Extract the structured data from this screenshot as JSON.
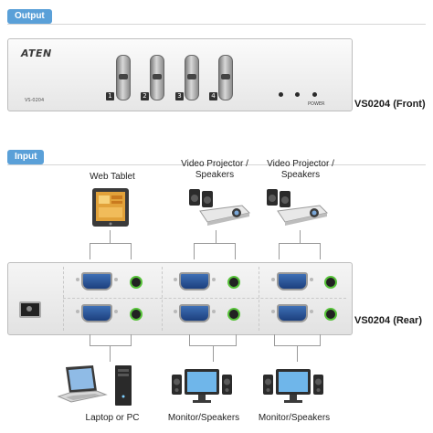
{
  "output_tag": "Output",
  "input_tag": "Input",
  "front": {
    "logo": "ATEN",
    "model": "VS-0204",
    "buttons": [
      "1",
      "2",
      "3",
      "4"
    ],
    "power_label": "POWER",
    "label": "VS0204 (Front)"
  },
  "devices_top": [
    {
      "name": "Web Tablet",
      "icon": "tablet-icon"
    },
    {
      "name": "Video Projector / Speakers",
      "line1": "Video Projector /",
      "line2": "Speakers",
      "icon": "projector-speakers-icon"
    },
    {
      "name": "Video Projector / Speakers",
      "line1": "Video Projector /",
      "line2": "Speakers",
      "icon": "projector-speakers-icon"
    }
  ],
  "rear": {
    "label": "VS0204 (Rear)"
  },
  "devices_bottom": [
    {
      "name": "Laptop or PC",
      "icon": "laptop-pc-icon"
    },
    {
      "name": "Monitor/Speakers",
      "icon": "monitor-speakers-icon"
    },
    {
      "name": "Monitor/Speakers",
      "icon": "monitor-speakers-icon"
    }
  ]
}
